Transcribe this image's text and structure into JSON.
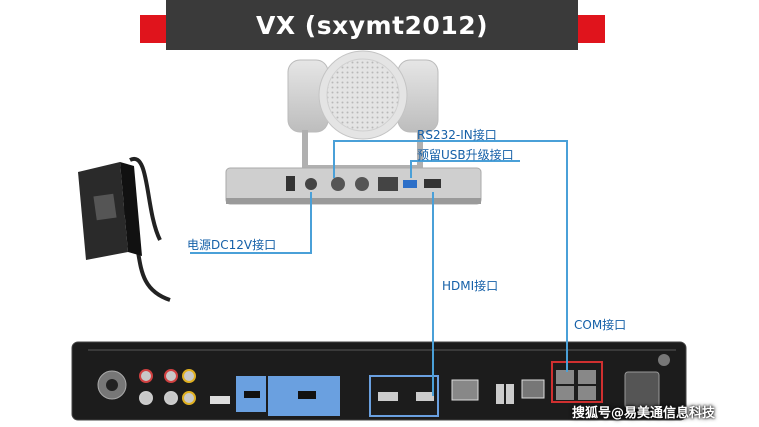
{
  "title": "VX (sxymt2012)",
  "labels": {
    "rs232": "RS232-IN接口",
    "usb": "预留USB升级接口",
    "power": "电源DC12V接口",
    "hdmi": "HDMI接口",
    "com": "COM接口"
  },
  "watermark": "搜狐号@易美通信息科技",
  "colors": {
    "accent_red": "#e0141c",
    "title_bg": "#3a3a3a",
    "label_blue": "#1560a8",
    "line_blue": "#4aa0d8",
    "port_highlight": "#6aa0e0"
  }
}
